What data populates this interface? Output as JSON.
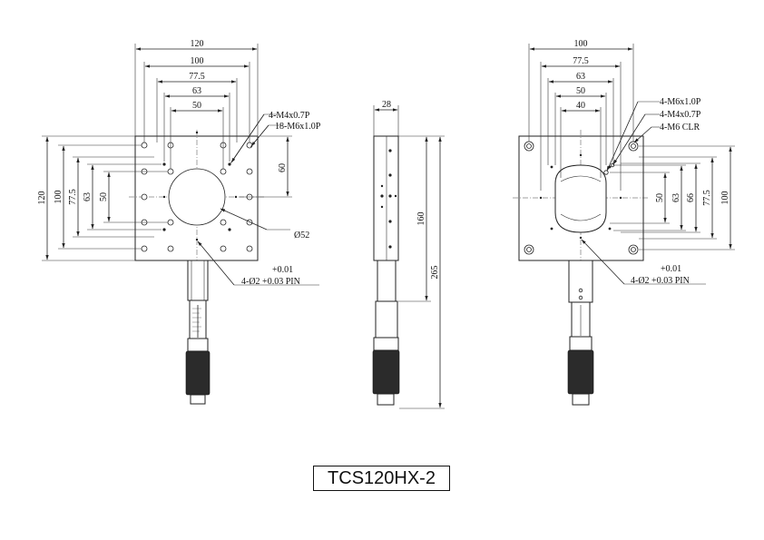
{
  "title": "TCS120HX-2",
  "left_view": {
    "dims_top": [
      "120",
      "100",
      "77.5",
      "63",
      "50"
    ],
    "dims_side": [
      "120",
      "100",
      "77.5",
      "63",
      "50"
    ],
    "dim_60": "60",
    "callout_m4": "4-M4x0.7P",
    "callout_m6": "18-M6x1.0P",
    "callout_dia": "Ø52",
    "pin_tol": "+0.01",
    "pin_label": "4-Ø2 +0.03 PIN"
  },
  "side_view": {
    "dim_width": "28",
    "dim_160": "160",
    "dim_265": "265"
  },
  "right_view": {
    "dims_top": [
      "100",
      "77.5",
      "63",
      "50",
      "40"
    ],
    "dims_side": [
      "50",
      "63",
      "66",
      "77.5",
      "100"
    ],
    "callout_m6": "4-M6x1.0P",
    "callout_m4": "4-M4x0.7P",
    "callout_clr": "4-M6 CLR",
    "pin_tol": "+0.01",
    "pin_label": "4-Ø2 +0.03 PIN"
  },
  "colors": {
    "line": "#222222",
    "knob": "#2b2b2b"
  }
}
